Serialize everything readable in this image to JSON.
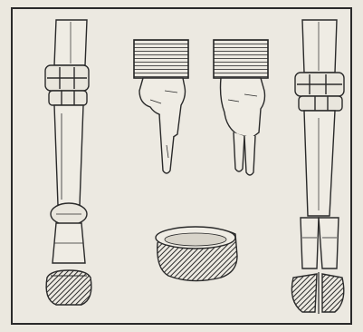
{
  "figure": {
    "panels": [
      {
        "name": "horse-leg",
        "icon": "horse-leg-skeleton-icon"
      },
      {
        "name": "left-hand",
        "icon": "pointing-hand-icon"
      },
      {
        "name": "right-hand",
        "icon": "two-finger-hand-icon"
      },
      {
        "name": "hoof-section",
        "icon": "hoof-cup-icon"
      },
      {
        "name": "ox-leg",
        "icon": "cloven-hoof-leg-skeleton-icon"
      }
    ],
    "colors": {
      "paper": "#ece9e1",
      "ink": "#2a2a2a",
      "shadow": "#3a3a3a"
    }
  }
}
